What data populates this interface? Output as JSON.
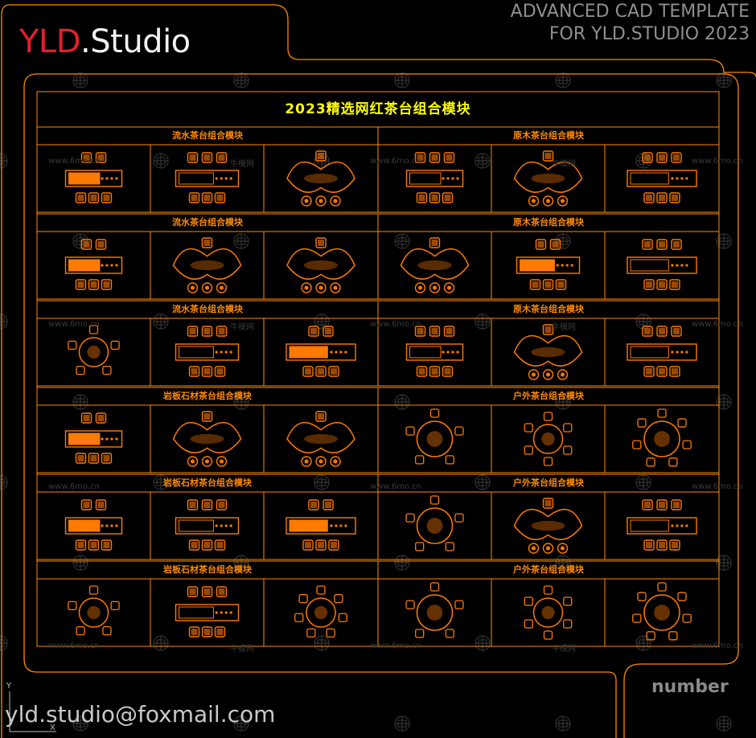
{
  "header": {
    "brand_part1": "YLD",
    "brand_part2": ".Studio",
    "template_line1": "ADVANCED  CAD  TEMPLATE",
    "template_line2": "FOR YLD.STUDIO 2023"
  },
  "main": {
    "title": "2023精选网红茶台组合模块",
    "rows": [
      {
        "left": "流水茶台组合模块",
        "right": "原木茶台组合模块"
      },
      {
        "left": "流水茶台组合模块",
        "right": "原木茶台组合模块"
      },
      {
        "left": "流水茶台组合模块",
        "right": "原木茶台组合模块"
      },
      {
        "left": "岩板石材茶台组合模块",
        "right": "户外茶台组合模块"
      },
      {
        "left": "岩板石材茶台组合模块",
        "right": "户外茶台组合模块"
      },
      {
        "left": "岩板石材茶台组合模块",
        "right": "户外茶台组合模块"
      }
    ]
  },
  "footer": {
    "email": "yld.studio@foxmail.com",
    "number_label": "number"
  },
  "watermarks": {
    "site": "www.6mo.cn",
    "brand": "牛模网"
  },
  "colors": {
    "background": "#000000",
    "frame": "#ff8a00",
    "module": "#ff7a00",
    "title": "#ffff00",
    "brand_red": "#e0202a"
  }
}
